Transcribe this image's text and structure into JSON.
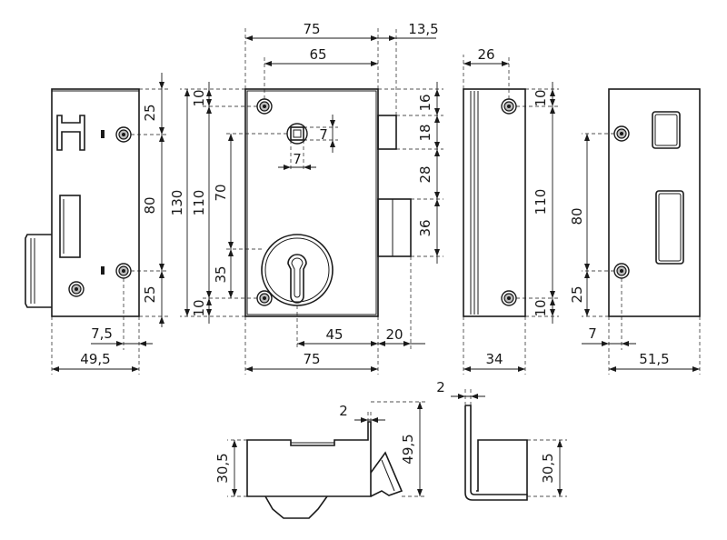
{
  "dimensions": {
    "side_left": {
      "top_25": "25",
      "mid_80": "80",
      "bot_25": "25",
      "offset_7_5": "7,5",
      "width_49_5": "49,5"
    },
    "front": {
      "top_75": "75",
      "top_13_5": "13,5",
      "top_65": "65",
      "right_16": "16",
      "right_18": "18",
      "right_28": "28",
      "right_36": "36",
      "left_130": "130",
      "left_110": "110",
      "left_70": "70",
      "left_35": "35",
      "left_10_top": "10",
      "left_10_bot": "10",
      "spindle_7_h": "7",
      "spindle_7_v": "7",
      "bot_45": "45",
      "bot_20": "20",
      "bot_75": "75"
    },
    "plate": {
      "top_26": "26",
      "right_10_top": "10",
      "mid_110": "110",
      "right_10_bot": "10",
      "bot_34": "34"
    },
    "keep": {
      "left_80": "80",
      "left_25": "25",
      "bot_7": "7",
      "bot_51_5": "51,5"
    },
    "bottom_left": {
      "top_2": "2",
      "left_30_5": "30,5",
      "right_49_5": "49,5"
    },
    "bottom_right": {
      "top_2": "2",
      "right_30_5": "30,5"
    }
  }
}
